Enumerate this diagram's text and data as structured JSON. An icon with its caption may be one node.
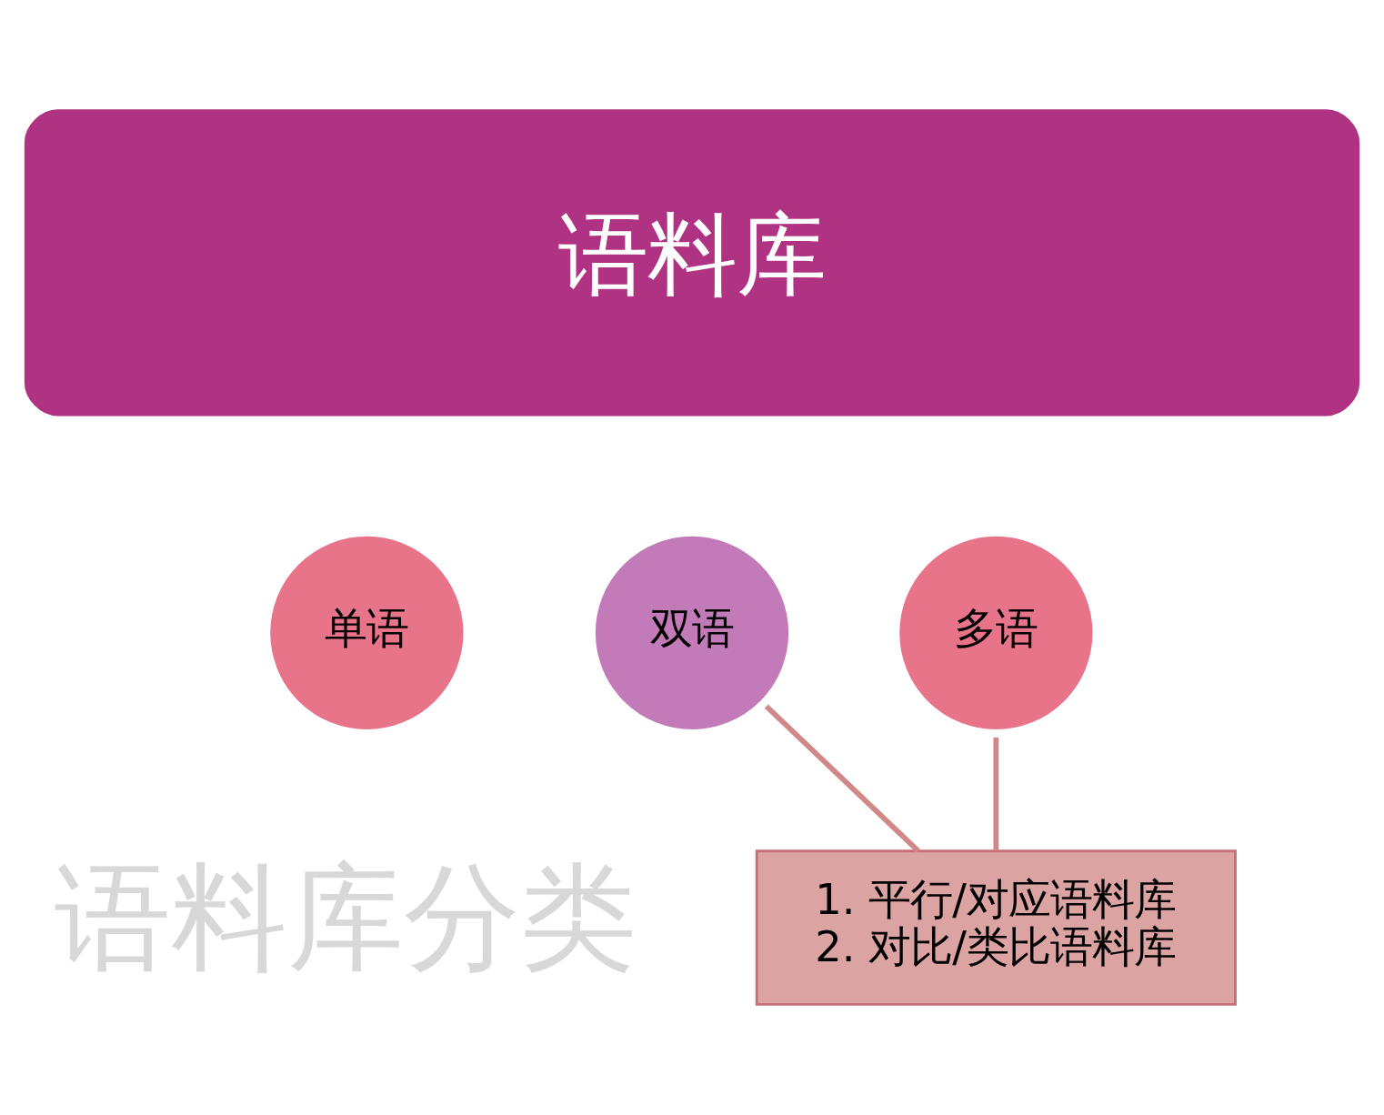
{
  "diagram": {
    "nodes": [
      {
        "text": [
          "语料库"
        ]
      },
      {
        "text": [
          "单语"
        ]
      },
      {
        "text": [
          "双语"
        ]
      },
      {
        "text": [
          "多语"
        ]
      },
      {
        "text": [
          "1. 平行/对应语料库",
          "2. 对比/类比语料库"
        ]
      }
    ],
    "edges": [
      {
        "from": 2,
        "to": 4,
        "arrow": "none"
      },
      {
        "from": 3,
        "to": 4,
        "arrow": "none"
      }
    ],
    "labels": [
      "语料库分类"
    ]
  }
}
